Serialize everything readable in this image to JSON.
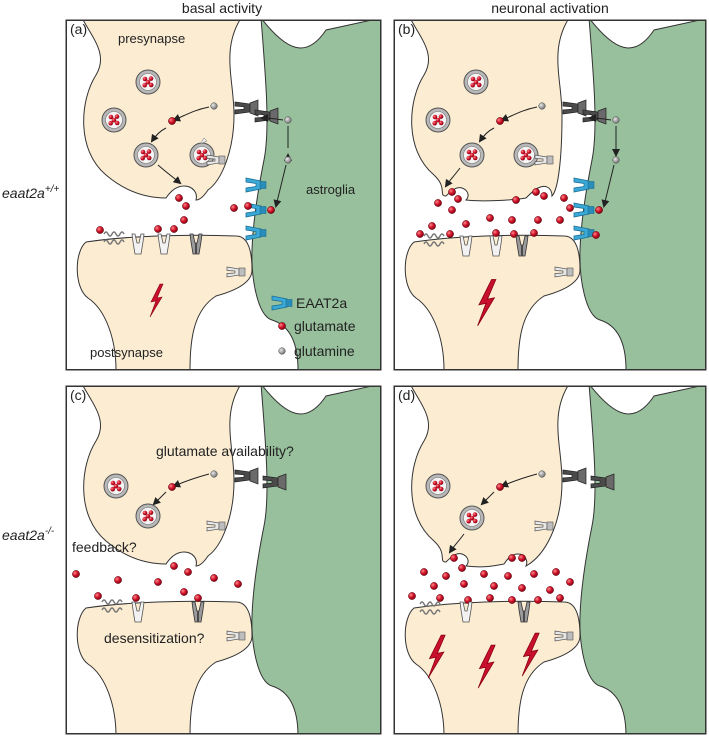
{
  "headers": {
    "left": "basal activity",
    "right": "neuronal activation"
  },
  "row_labels": {
    "wt": "eaat2a",
    "wt_sup": "+/+",
    "ko": "eaat2a",
    "ko_sup": "-/-"
  },
  "panels": {
    "a": {
      "label": "(a)",
      "presynapse": "presynapse",
      "astroglia": "astroglia",
      "postsynapse": "postsynapse"
    },
    "b": {
      "label": "(b)"
    },
    "c": {
      "label": "(c)",
      "q_availability": "glutamate availability?",
      "q_feedback": "feedback?",
      "q_desensitization": "desensitization?"
    },
    "d": {
      "label": "(d)"
    }
  },
  "legend": {
    "eaat2a": "EAAT2a",
    "glutamate": "glutamate",
    "glutamine": "glutamine"
  },
  "colors": {
    "neuron": "#fbecd2",
    "glia": "#98c09c",
    "transporter": "#3aa9d8",
    "glutamate": "#c8102e",
    "glutamine": "#8a8a8a",
    "bolt": "#c8102e",
    "outline": "#333333"
  }
}
